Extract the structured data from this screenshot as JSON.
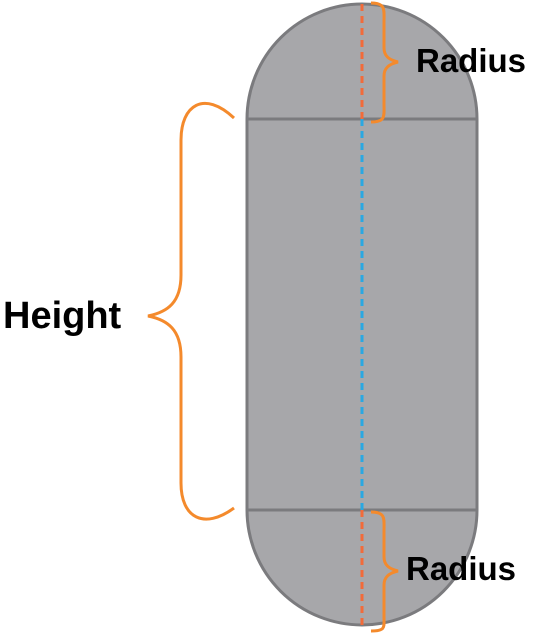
{
  "labels": {
    "radius_top": "Radius",
    "radius_bottom": "Radius",
    "height": "Height"
  },
  "colors": {
    "capsule_fill": "#a7a7aa",
    "capsule_stroke": "#7b7b7e",
    "brace": "#f48a2c",
    "radius_dash": "#f26b3a",
    "axis_dash": "#2aa8e2",
    "text": "#000000"
  }
}
